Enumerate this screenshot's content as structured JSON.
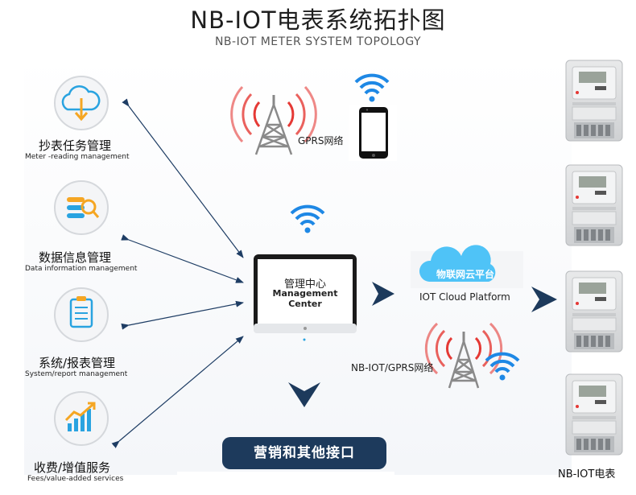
{
  "header": {
    "title": "NB-IOT电表系统拓扑图",
    "subtitle": "NB-IOT METER SYSTEM TOPOLOGY"
  },
  "modules": [
    {
      "name_cn": "抄表任务管理",
      "name_en": "Meter -reading  management",
      "icon": "cloud-download-icon"
    },
    {
      "name_cn": "数据信息管理",
      "name_en": "Data information management",
      "icon": "data-search-icon"
    },
    {
      "name_cn": "系统/报表管理",
      "name_en": "System/report management",
      "icon": "report-icon"
    },
    {
      "name_cn": "收费/增值服务",
      "name_en": "Fees/value-added services",
      "icon": "growth-chart-icon"
    }
  ],
  "network": {
    "gprs_label": "GPRS网络",
    "nbiot_label": "NB-IOT/GPRS网络"
  },
  "management_center": {
    "label_cn": "管理中心",
    "label_en": "Management Center"
  },
  "cloud": {
    "label_cn": "物联网云平台",
    "label_en": "IOT Cloud Platform"
  },
  "interface_button": {
    "label": "营销和其他接口"
  },
  "meters": {
    "label": "NB-IOT电表",
    "count": 4
  },
  "colors": {
    "accent_dark": "#1d3a5c",
    "arrow": "#1e3d64",
    "wifi": "#1e88e5",
    "signal_red": "#e53935",
    "cloud_blue": "#4fc3f7",
    "icon_orange": "#f5a623"
  }
}
